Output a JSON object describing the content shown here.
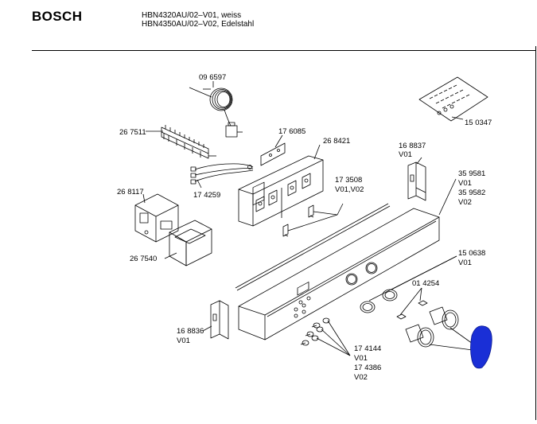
{
  "header": {
    "brand": "BOSCH",
    "model_lines": [
      "HBN4320AU/02–V01, weiss",
      "HBN4350AU/02–V02, Edelstahl"
    ]
  },
  "parts": {
    "p096597": "09 6597",
    "p267511": "26 7511",
    "p176085": "17 6085",
    "p268421": "26 8421",
    "p168837": "16 8837",
    "p168837_v": "V01",
    "p150347": "15 0347",
    "p174259": "17 4259",
    "p268117": "26 8117",
    "p173508": "17 3508",
    "p173508_v": "V01,V02",
    "p359581": "35 9581",
    "p359581_v": "V01",
    "p359582": "35 9582",
    "p359582_v": "V02",
    "p267540": "26 7540",
    "p150638": "15 0638",
    "p150638_v": "V01",
    "p014254": "01 4254",
    "p168836": "16 8836",
    "p168836_v": "V01",
    "p174144": "17 4144",
    "p174144_v": "V01",
    "p174386": "17 4386",
    "p174386_v": "V02"
  },
  "colors": {
    "line": "#000000",
    "highlight": "#1a2fd6"
  }
}
